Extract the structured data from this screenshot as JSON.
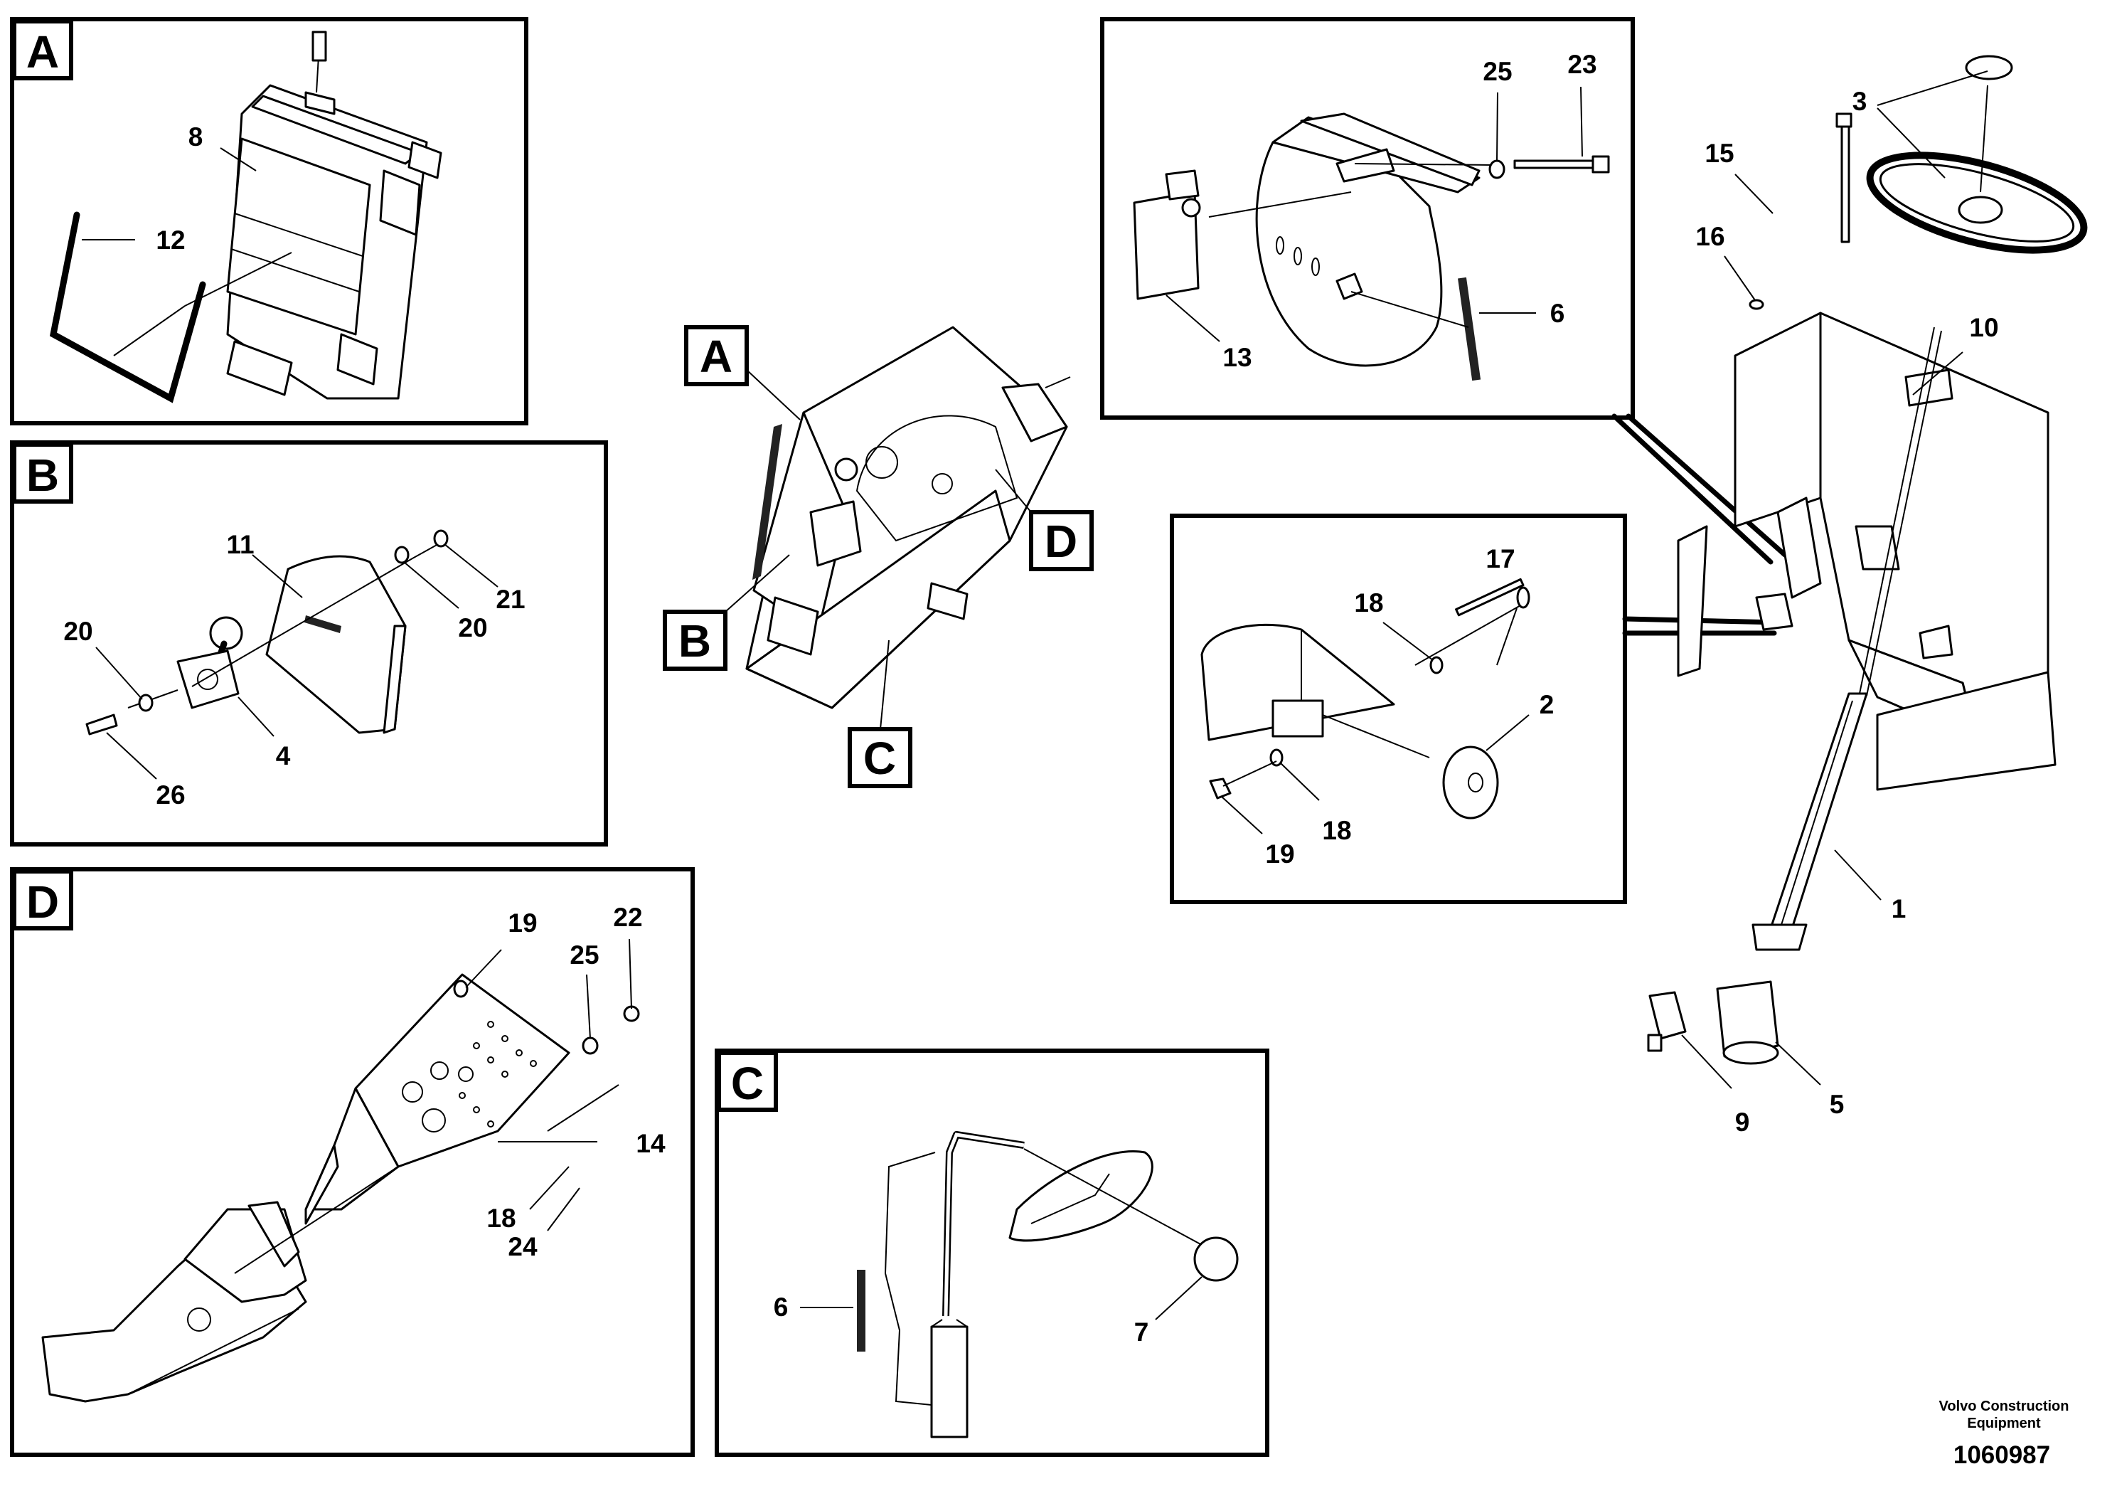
{
  "panels": {
    "A": {
      "tag": "A",
      "labels": [
        "8",
        "12"
      ]
    },
    "B": {
      "tag": "B",
      "labels": [
        "11",
        "20",
        "21",
        "20",
        "4",
        "26"
      ]
    },
    "D": {
      "tag": "D",
      "labels": [
        "19",
        "22",
        "25",
        "14",
        "18",
        "24"
      ]
    },
    "C": {
      "tag": "C",
      "labels": [
        "6",
        "7"
      ]
    },
    "top_right": {
      "labels": [
        "25",
        "23",
        "6",
        "13"
      ]
    },
    "middle_right": {
      "labels": [
        "17",
        "18",
        "2",
        "18",
        "19"
      ]
    }
  },
  "center_callouts": {
    "A": "A",
    "B": "B",
    "C": "C",
    "D": "D"
  },
  "assembly_labels": [
    "3",
    "15",
    "16",
    "10",
    "1",
    "5",
    "9"
  ],
  "footer": {
    "company_line1": "Volvo Construction",
    "company_line2": "Equipment",
    "drawing_number": "1060987"
  }
}
